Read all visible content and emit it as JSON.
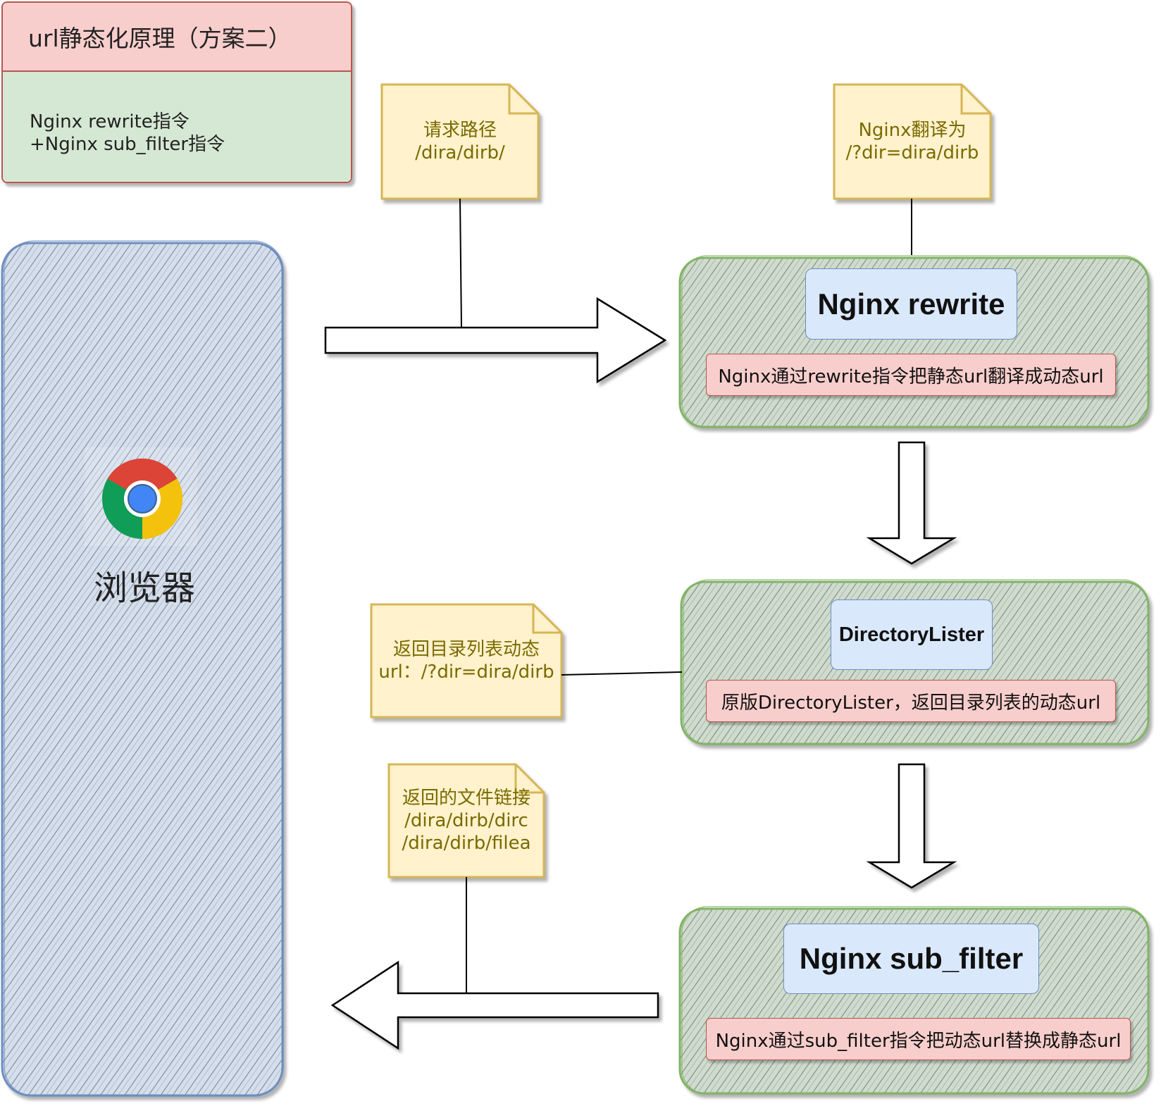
{
  "header": {
    "title": "url静态化原理（方案二）",
    "line1": "Nginx rewrite指令",
    "line2": "+Nginx sub_filter指令"
  },
  "browser": {
    "label": "浏览器",
    "icon": "chrome-icon"
  },
  "notes": {
    "request": {
      "line1": "请求路径",
      "line2": "/dira/dirb/"
    },
    "translate": {
      "line1": "Nginx翻译为",
      "line2": "/?dir=dira/dirb"
    },
    "dynamic_return": {
      "line1": "返回目录列表动态",
      "line2": "url：/?dir=dira/dirb"
    },
    "file_links": {
      "line1": "返回的文件链接",
      "line2": "/dira/dirb/dirc",
      "line3": "/dira/dirb/filea"
    }
  },
  "processes": {
    "rewrite": {
      "title": "Nginx rewrite",
      "desc": "Nginx通过rewrite指令把静态url翻译成动态url"
    },
    "lister": {
      "title": "DirectoryLister",
      "desc": "原版DirectoryLister，返回目录列表的动态url"
    },
    "sub_filter": {
      "title": "Nginx sub_filter",
      "desc": "Nginx通过sub_filter指令把动态url替换成静态url"
    }
  },
  "colors": {
    "note_fill": "#fff2cc",
    "note_stroke": "#d6b656",
    "note_text": "#7a6a00",
    "green_fill": "#d5e8d4",
    "green_stroke": "#82b366",
    "blue_fill": "#dae8fc",
    "blue_stroke": "#6c8ebf",
    "red_fill": "#f8cecc",
    "red_stroke": "#b85450",
    "hatch": "#8a8fa0"
  }
}
